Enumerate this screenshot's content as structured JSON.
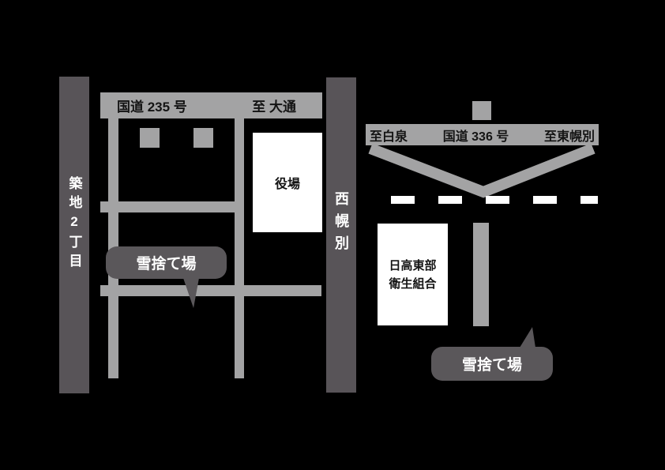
{
  "colors": {
    "background": "#000000",
    "road": "#a3a3a4",
    "district_bar": "#585458",
    "callout": "#5a575a",
    "building": "#ffffff",
    "railway_dash": "#ffffff",
    "text_on_road": "#141414",
    "text_on_bar": "#ffffff"
  },
  "left_map": {
    "district_bar_left_label": "築地2丁目",
    "district_bar_right_label": "西幌別",
    "route_label": "国道 235 号",
    "direction_label": "至 大通",
    "building_label": "役場",
    "callout_label": "雪捨て場"
  },
  "right_map": {
    "route_label": "国道 336 号",
    "direction_left_label": "至白泉",
    "direction_right_label": "至東幌別",
    "building_label_line1": "日高東部",
    "building_label_line2": "衛生組合",
    "callout_label": "雪捨て場"
  }
}
